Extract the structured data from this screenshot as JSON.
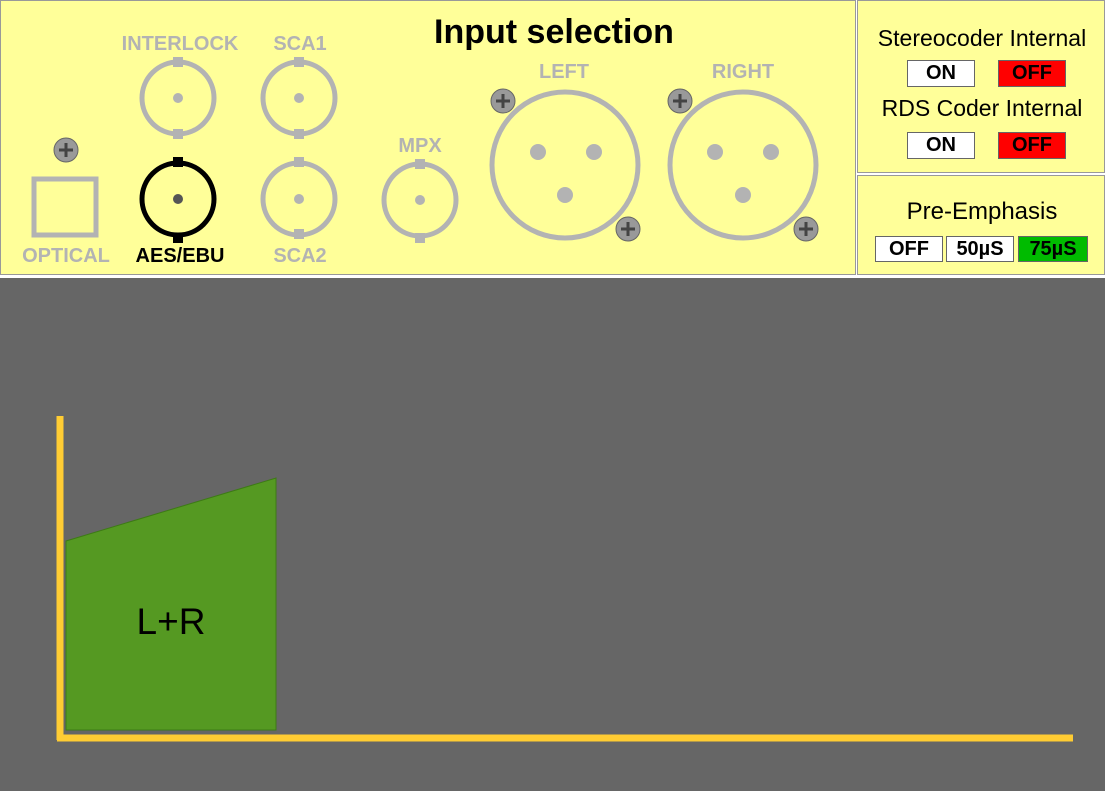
{
  "input_selection": {
    "title": "Input selection",
    "inputs": {
      "interlock": "INTERLOCK",
      "sca1": "SCA1",
      "sca2": "SCA2",
      "mpx": "MPX",
      "left": "LEFT",
      "right": "RIGHT",
      "optical": "OPTICAL",
      "aes_ebu": "AES/EBU"
    },
    "selected": "AES/EBU"
  },
  "stereocoder": {
    "label": "Stereocoder Internal",
    "on_label": "ON",
    "off_label": "OFF",
    "state": "OFF"
  },
  "rds_coder": {
    "label": "RDS Coder Internal",
    "on_label": "ON",
    "off_label": "OFF",
    "state": "OFF"
  },
  "pre_emphasis": {
    "label": "Pre-Emphasis",
    "options": [
      "OFF",
      "50µS",
      "75µS"
    ],
    "selected": "75µS"
  },
  "spectrum": {
    "band_label": "L+R"
  },
  "colors": {
    "panel": "#ffff99",
    "inactive": "#b3b3b3",
    "active": "#000000",
    "off_red": "#ff0000",
    "selected_green": "#00bb00",
    "spectrum_bg": "#666666",
    "axis": "#ffcc33",
    "band": "#559922"
  }
}
